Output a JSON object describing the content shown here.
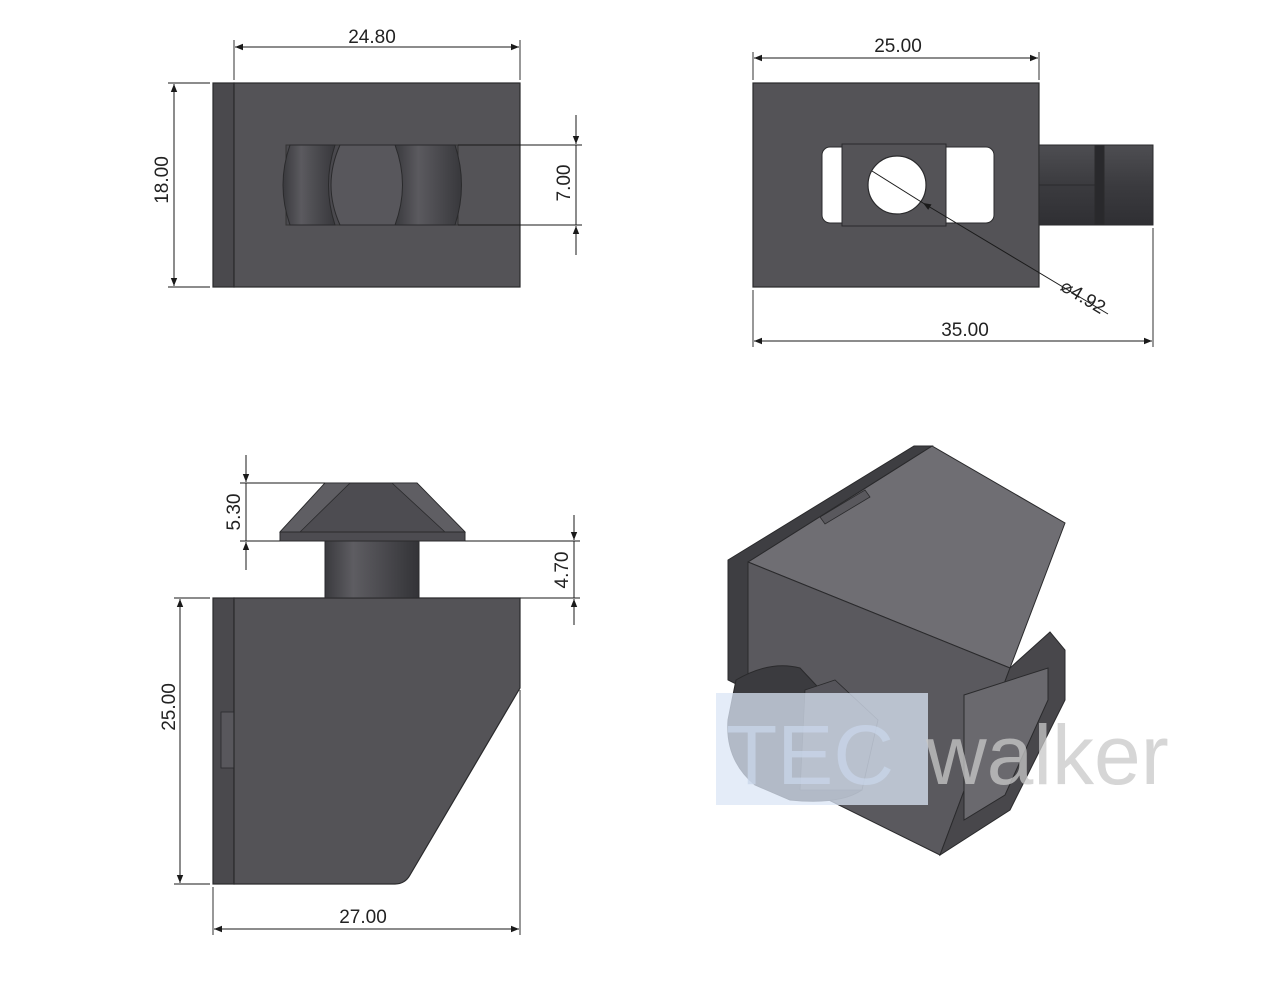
{
  "dimensions": {
    "front_width": "24.80",
    "front_height": "18.00",
    "front_slot_height": "7.00",
    "top_width": "25.00",
    "top_total_width": "35.00",
    "top_hole_diameter": "⌀4.92",
    "side_head_height": "5.30",
    "side_neck_height": "4.70",
    "side_height": "25.00",
    "side_width": "27.00"
  },
  "watermark": {
    "part1": "TEC",
    "part2": "walker"
  },
  "colors": {
    "body_front": "#545357",
    "body_dark": "#3d3d41",
    "body_side": "#5d5c61",
    "body_top": "#6f6e73",
    "hole": "#ffffff",
    "watermark_box": "#dbe6f5",
    "watermark_text": "#c9c9c9"
  }
}
